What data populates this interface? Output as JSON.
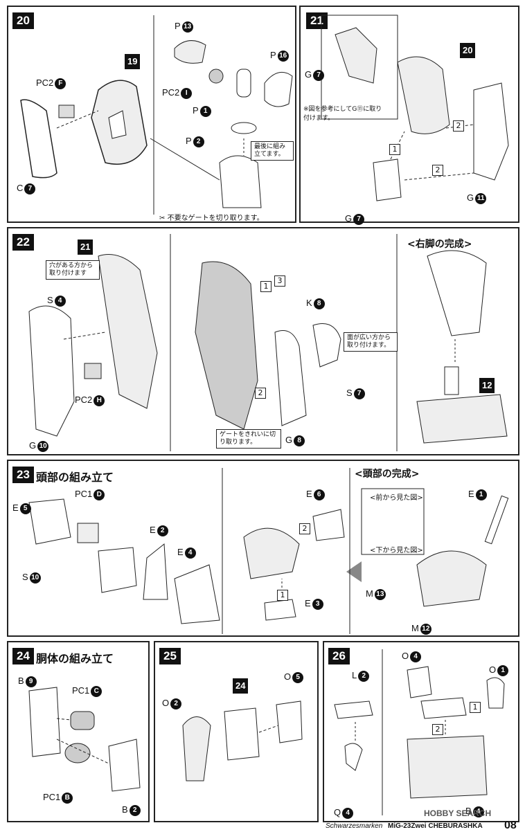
{
  "steps": {
    "s20": {
      "num": "20",
      "ref": "19",
      "parts": [
        {
          "code": "PC2",
          "id": "F"
        },
        {
          "code": "C",
          "id": "7"
        },
        {
          "code": "P",
          "id": "13"
        },
        {
          "code": "P",
          "id": "16"
        },
        {
          "code": "PC2",
          "id": "I"
        },
        {
          "code": "P",
          "id": "1"
        },
        {
          "code": "P",
          "id": "2"
        }
      ],
      "note": "最後に組み立てます。",
      "gate_note": "不要なゲートを切り取ります。"
    },
    "s21": {
      "num": "21",
      "ref": "20",
      "parts": [
        {
          "code": "G",
          "id": "7"
        },
        {
          "code": "G",
          "id": "11"
        },
        {
          "code": "G",
          "id": "7"
        }
      ],
      "note": "※図を参考にしてG⑪に取り付けます。",
      "nums": [
        "1",
        "2",
        "2"
      ]
    },
    "s22": {
      "num": "22",
      "ref": "21",
      "parts": [
        {
          "code": "S",
          "id": "4"
        },
        {
          "code": "PC2",
          "id": "H"
        },
        {
          "code": "G",
          "id": "10"
        },
        {
          "code": "K",
          "id": "8"
        },
        {
          "code": "S",
          "id": "7"
        },
        {
          "code": "G",
          "id": "8"
        }
      ],
      "note1": "穴がある方から取り付けます",
      "note2": "面が広い方から取り付けます。",
      "note3": "ゲートをきれいに切り取ります。",
      "nums": [
        "1",
        "3",
        "2"
      ],
      "complete_title": "<右脚の完成>",
      "complete_ref": "12"
    },
    "s23": {
      "num": "23",
      "title": "頭部の組み立て",
      "parts": [
        {
          "code": "E",
          "id": "5"
        },
        {
          "code": "PC1",
          "id": "D"
        },
        {
          "code": "S",
          "id": "10"
        },
        {
          "code": "E",
          "id": "2"
        },
        {
          "code": "E",
          "id": "4"
        },
        {
          "code": "E",
          "id": "6"
        },
        {
          "code": "E",
          "id": "3"
        }
      ],
      "nums": [
        "2",
        "1"
      ],
      "complete_title": "<頭部の完成>",
      "front_view": "<前から見た図>",
      "bottom_view": "<下から見た図>",
      "complete_parts": [
        {
          "code": "E",
          "id": "1"
        },
        {
          "code": "M",
          "id": "13"
        },
        {
          "code": "M",
          "id": "12"
        }
      ]
    },
    "s24": {
      "num": "24",
      "title": "胴体の組み立て",
      "parts": [
        {
          "code": "B",
          "id": "9"
        },
        {
          "code": "PC1",
          "id": "C"
        },
        {
          "code": "PC1",
          "id": "B"
        },
        {
          "code": "B",
          "id": "2"
        }
      ]
    },
    "s25": {
      "num": "25",
      "ref": "24",
      "parts": [
        {
          "code": "O",
          "id": "2"
        },
        {
          "code": "O",
          "id": "5"
        }
      ]
    },
    "s26": {
      "num": "26",
      "parts": [
        {
          "code": "L",
          "id": "2"
        },
        {
          "code": "Q",
          "id": "4"
        },
        {
          "code": "O",
          "id": "4"
        },
        {
          "code": "O",
          "id": "1"
        },
        {
          "code": "B",
          "id": "4"
        }
      ],
      "nums": [
        "1",
        "2"
      ]
    }
  },
  "footer": {
    "left": "Schwarzesmarken",
    "model": "MiG-23Zwei CHEBURASHKA",
    "page": "08",
    "watermark": "HOBBY SEARCH"
  }
}
